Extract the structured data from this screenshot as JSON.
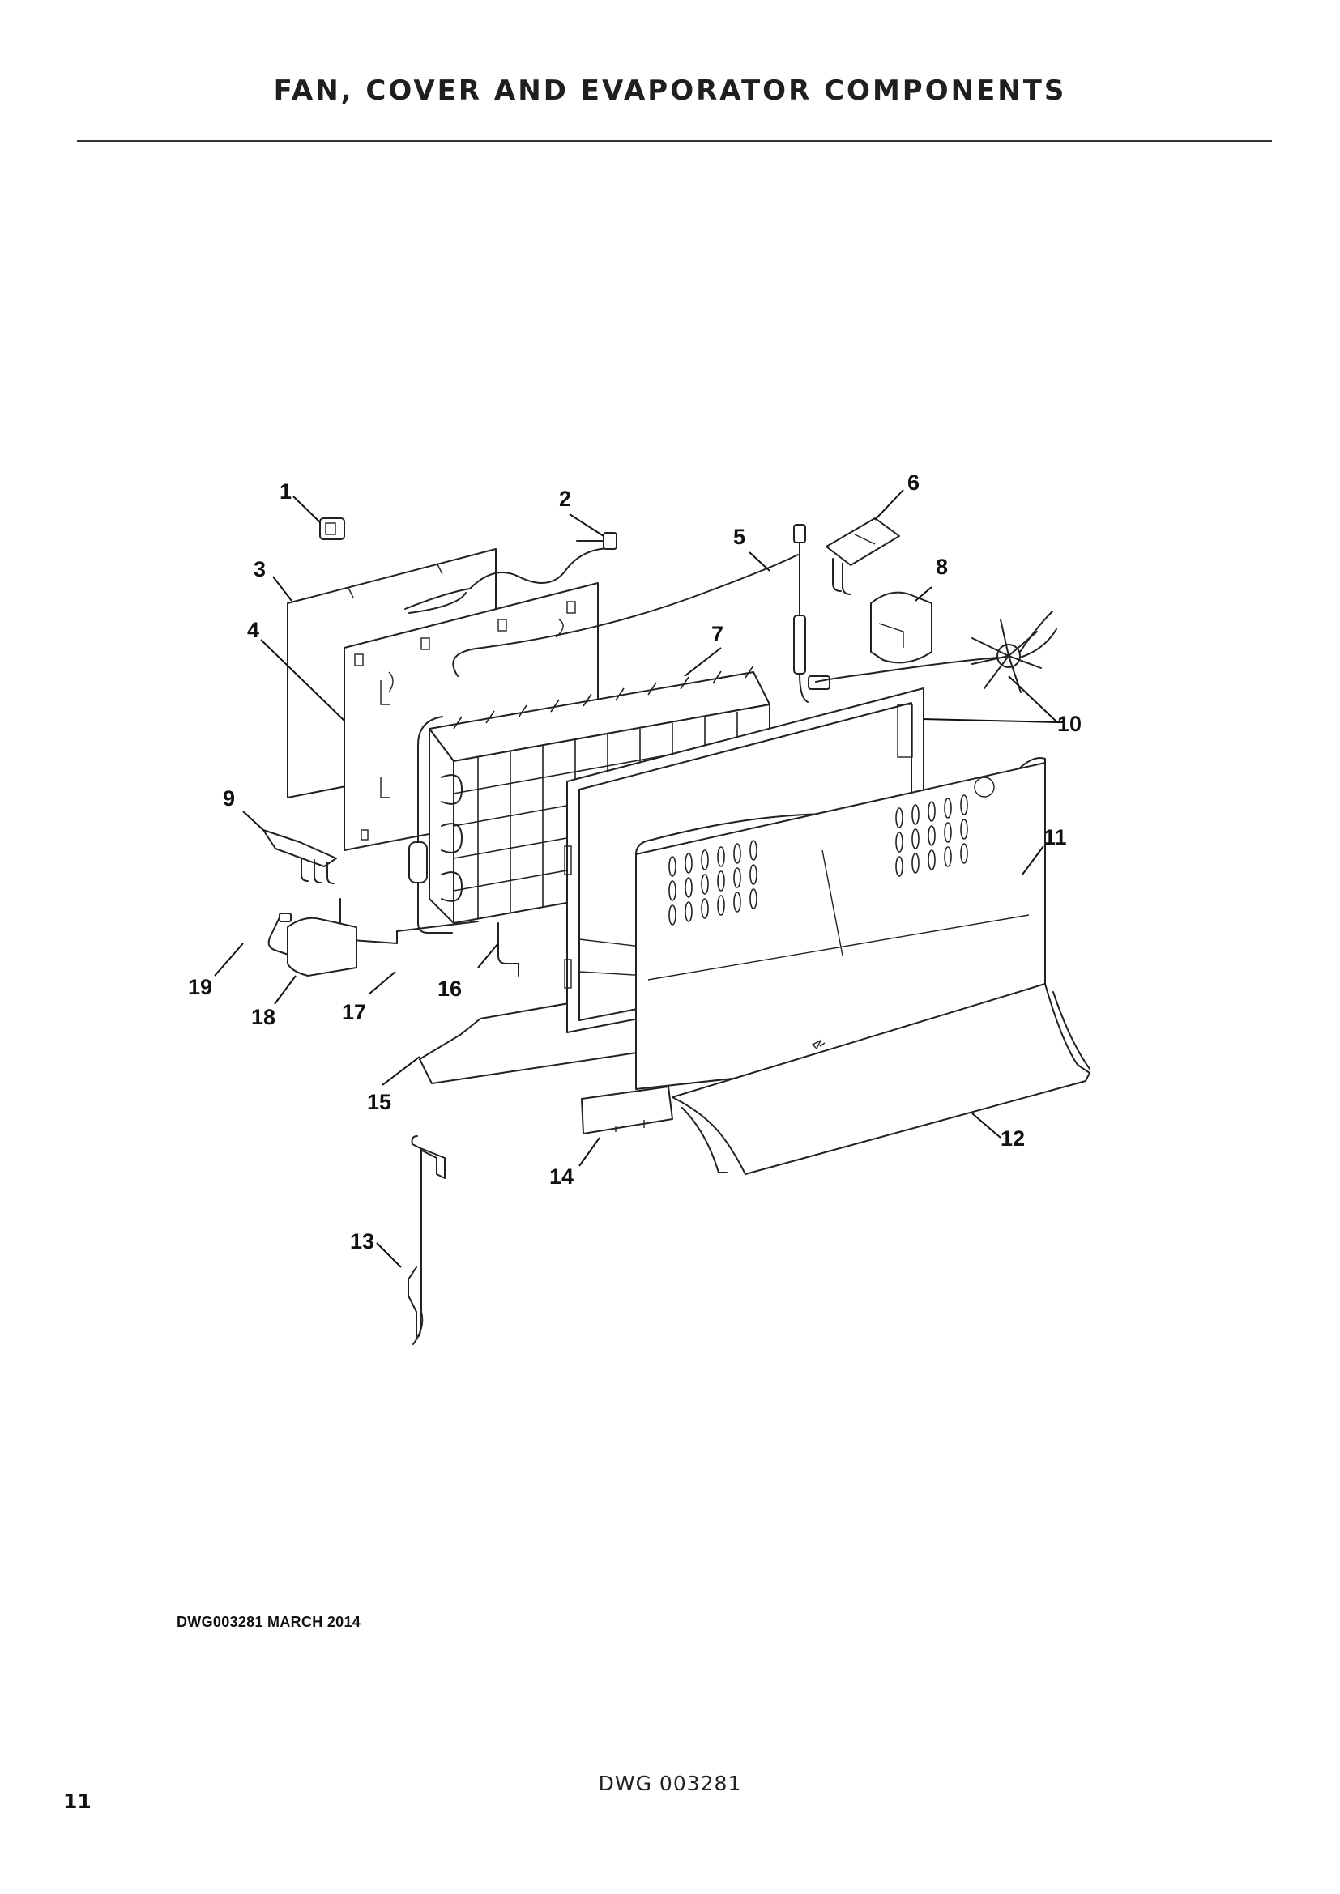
{
  "page": {
    "title": "FAN, COVER AND EVAPORATOR COMPONENTS",
    "drawing_date": "DWG003281  MARCH 2014",
    "drawing_number": "DWG 003281",
    "page_number": "11"
  },
  "callouts": [
    "1",
    "2",
    "3",
    "4",
    "5",
    "6",
    "7",
    "8",
    "9",
    "10",
    "11",
    "12",
    "13",
    "14",
    "15",
    "16",
    "17",
    "18",
    "19"
  ]
}
